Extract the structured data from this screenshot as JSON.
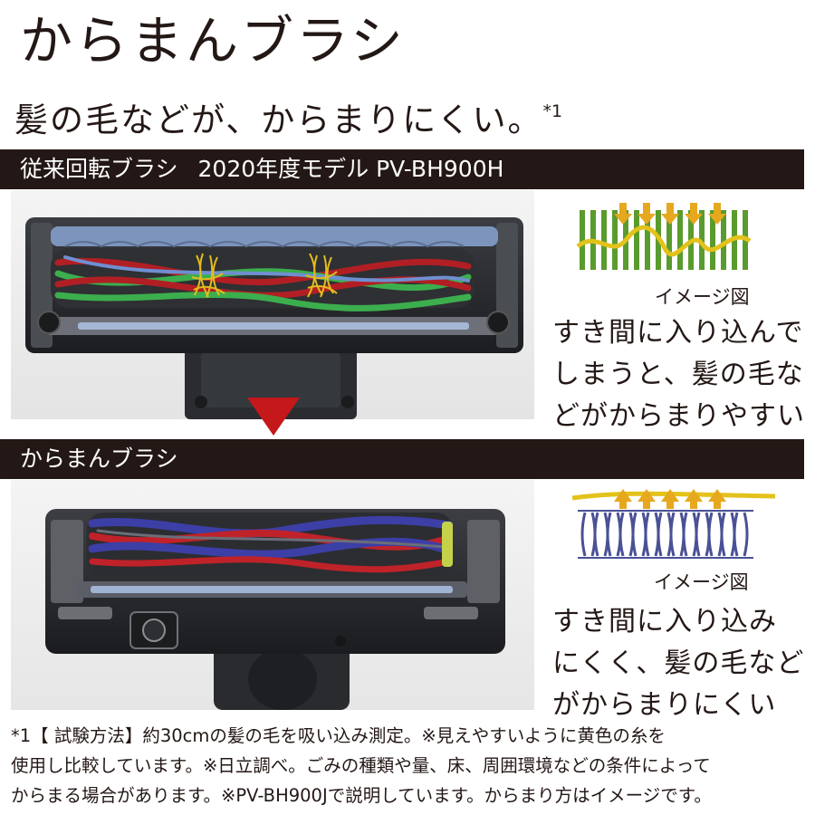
{
  "title": "からまんブラシ",
  "subtitle": {
    "text": "髪の毛などが、からまりにくい。",
    "footnote_mark": "*1"
  },
  "sections": [
    {
      "label": "従来回転ブラシ",
      "model": "2020年度モデル PV-BH900H",
      "diagram_caption": "イメージ図",
      "description_lines": [
        "すき間に入り込んで",
        "しまうと、髪の毛な",
        "どがからまりやすい"
      ]
    },
    {
      "label": "からまんブラシ",
      "diagram_caption": "イメージ図",
      "description_lines": [
        "すき間に入り込み",
        "にくく、髪の毛など",
        "がからまりにくい"
      ]
    }
  ],
  "footnote_lines": [
    "*1【 試験方法】約30cmの髪の毛を吸い込み測定。※見えやすいように黄色の糸を",
    "使用し比較しています。※日立調べ。ごみの種類や量、床、周囲環境などの条件によって",
    "からまる場合があります。※PV-BH900Jで説明しています。からまり方はイメージです。"
  ],
  "colors": {
    "band": "#231815",
    "arrow": "#c5181a",
    "bristle_green": "#5a9b2e",
    "bristle_blue": "#4a5196",
    "hair_yellow": "#e3c21b",
    "force_arrow": "#e6a81e"
  }
}
